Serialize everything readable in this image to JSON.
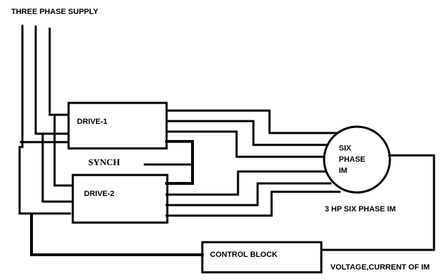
{
  "diagram": {
    "title": "THREE PHASE SUPPLY",
    "blocks": {
      "drive1": "DRIVE-1",
      "drive2": "DRIVE-2",
      "control": "CONTROL BLOCK"
    },
    "synch_label": "SYNCH",
    "motor": {
      "lines": [
        "SIX",
        "PHASE",
        "IM"
      ],
      "caption": "3 HP SIX PHASE IM"
    },
    "feedback_label": "VOLTAGE,CURRENT OF IM",
    "colors": {
      "line": "#000000",
      "background": "#ffffff"
    }
  }
}
